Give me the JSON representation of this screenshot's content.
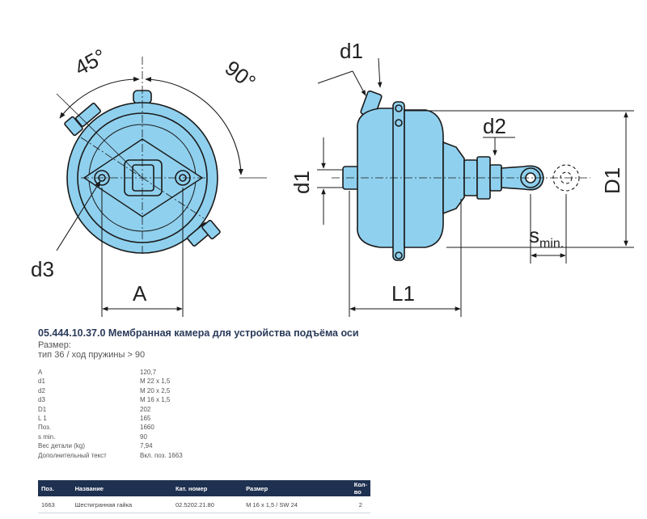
{
  "drawing": {
    "front_view": {
      "angle_a": "45°",
      "angle_b": "90°",
      "label_d3": "d3",
      "label_a": "A"
    },
    "side_view": {
      "label_d1_top": "d1",
      "label_d2": "d2",
      "label_d1_left": "d1",
      "label_D1": "D1",
      "label_L1": "L1",
      "label_s": "s",
      "label_s_sub": "min."
    },
    "colors": {
      "body_fill": "#8fd0ee",
      "outline": "#1a1a1a"
    }
  },
  "product": {
    "title": "05.444.10.37.0 Мембранная камера для устройства подъёма оси",
    "size_label": "Размер:",
    "size_value": "тип 36 / ход пружины > 90"
  },
  "specs": [
    {
      "label": "A",
      "value": "120,7"
    },
    {
      "label": "d1",
      "value": "M 22 x 1,5"
    },
    {
      "label": "d2",
      "value": "M 20 x 2,5"
    },
    {
      "label": "d3",
      "value": "M 16 x 1,5"
    },
    {
      "label": "D1",
      "value": "202"
    },
    {
      "label": "L 1",
      "value": "165"
    },
    {
      "label": "Поз.",
      "value": "1660"
    },
    {
      "label": "s min.",
      "value": "90"
    },
    {
      "label": "Вес детали (kg)",
      "value": "7,94"
    },
    {
      "label": "Дополнительный текст",
      "value": "Вкл. поз. 1663"
    }
  ],
  "parts_table": {
    "headers": {
      "pos": "Поз.",
      "name": "Название",
      "cat": "Кат. номер",
      "size": "Размер",
      "qty": "Кол-во"
    },
    "rows": [
      {
        "pos": "1663",
        "name": "Шестигранная гайка",
        "cat": "02.5202.21.80",
        "size": "M 16 x 1,5 / SW 24",
        "qty": "2"
      }
    ]
  }
}
